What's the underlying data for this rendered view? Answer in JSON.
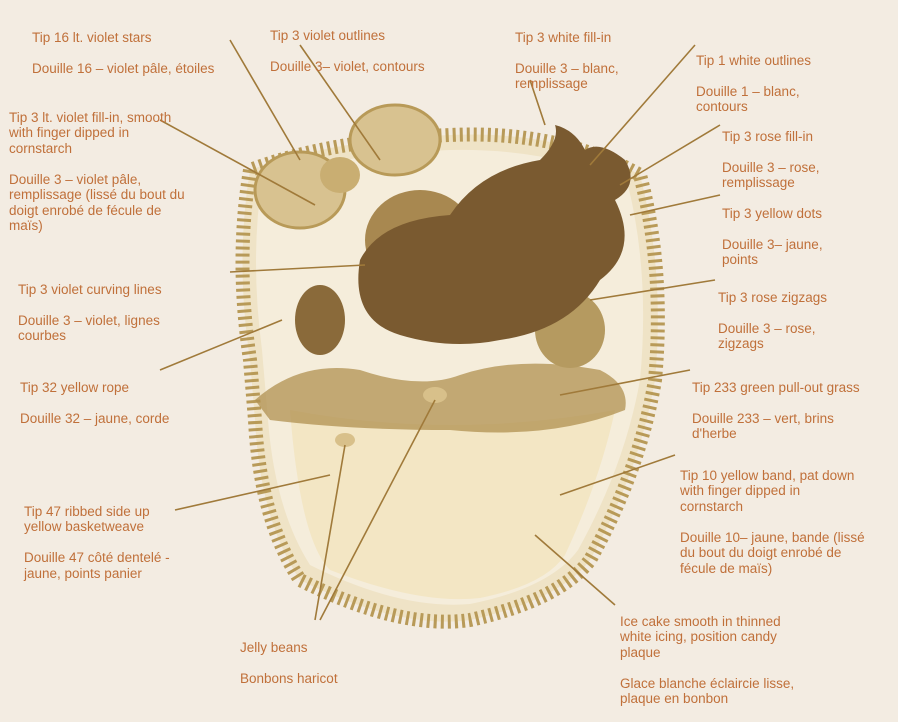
{
  "labels": [
    {
      "id": "tip16-violet-stars",
      "en": "Tip 16 lt. violet stars",
      "fr": "Douille 16 – violet pâle, étoiles"
    },
    {
      "id": "tip3-violet-outlines",
      "en": "Tip 3 violet outlines",
      "fr": "Douille 3– violet, contours"
    },
    {
      "id": "tip3-white-fill",
      "en": "Tip 3 white fill-in",
      "fr": "Douille 3 – blanc,\nremplissage"
    },
    {
      "id": "tip1-white-outlines",
      "en": "Tip 1 white outlines",
      "fr": "Douille 1 – blanc,\ncontours"
    },
    {
      "id": "tip3-ltviolet-fill",
      "en": "Tip 3 lt. violet fill-in, smooth\nwith finger dipped in\ncornstarch",
      "fr": "Douille 3 – violet pâle,\nremplissage (lissé du bout du\ndoigt enrobé de fécule de\nmaïs)"
    },
    {
      "id": "tip3-rose-fill",
      "en": "Tip 3 rose fill-in",
      "fr": "Douille 3 – rose,\nremplissage"
    },
    {
      "id": "tip3-yellow-dots",
      "en": "Tip 3 yellow dots",
      "fr": "Douille 3– jaune,\npoints"
    },
    {
      "id": "tip3-violet-curving",
      "en": "Tip 3 violet curving lines",
      "fr": "Douille 3 – violet, lignes\ncourbes"
    },
    {
      "id": "tip3-rose-zigzags",
      "en": "Tip 3 rose zigzags",
      "fr": "Douille 3 – rose,\nzigzags"
    },
    {
      "id": "tip32-yellow-rope",
      "en": "Tip 32 yellow rope",
      "fr": "Douille 32 – jaune, corde"
    },
    {
      "id": "tip233-green-grass",
      "en": "Tip 233 green pull-out grass",
      "fr": "Douille 233 – vert, brins\nd'herbe"
    },
    {
      "id": "tip10-yellow-band",
      "en": "Tip 10 yellow band, pat down\nwith finger dipped in\ncornstarch",
      "fr": "Douille 10– jaune, bande (lissé\ndu bout du doigt enrobé de\nfécule de maïs)"
    },
    {
      "id": "tip47-basketweave",
      "en": "Tip 47 ribbed side up\nyellow basketweave",
      "fr": "Douille 47 côté dentelé -\njaune, points panier"
    },
    {
      "id": "ice-cake",
      "en": "Ice cake smooth in thinned\nwhite icing, position candy\nplaque",
      "fr": "Glace blanche éclaircie lisse,\nplaque en bonbon"
    },
    {
      "id": "jelly-beans",
      "en": "Jelly beans",
      "fr": "Bonbons haricot"
    }
  ],
  "colors": {
    "label_text": "#c0703a",
    "leader_line": "#a07a3a",
    "background": "#f3ece2",
    "cake_body": "#f0e4c8",
    "cake_border": "#b89850",
    "bunny": "#8a6a3a",
    "eggs": "#a88850"
  }
}
